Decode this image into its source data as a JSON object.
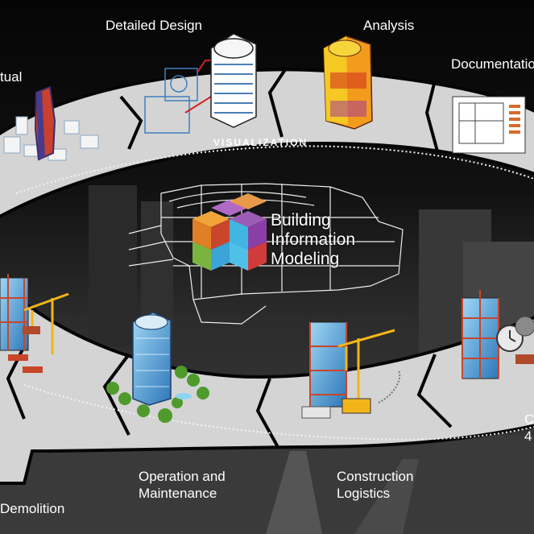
{
  "ring_labels": {
    "conceptual": "tual",
    "detailed_design": "Detailed Design",
    "analysis": "Analysis",
    "documentation": "Documentatio",
    "construction_4d_line1": "C",
    "construction_4d_line2": "4",
    "construction_logistics_line1": "Construction",
    "construction_logistics_line2": "Logistics",
    "operation_line1": "Operation and",
    "operation_line2": "Maintenance",
    "demolition": "Demolition"
  },
  "visualization_label": "VISUALIZATION",
  "center": {
    "line1": "Building",
    "line2": "Information",
    "line3": "Modeling"
  },
  "colors": {
    "background": "#0b0b0b",
    "ring": "#d4d4d4",
    "ring_border": "#050505",
    "text": "#ffffff",
    "logo_orange": "#e8832a",
    "logo_purple": "#9a5bb4",
    "logo_cyan": "#3bb6e0",
    "logo_green": "#7bb33f",
    "logo_red": "#d23b3b",
    "crane_yellow": "#f2b519",
    "analysis_orange": "#f39b1d"
  }
}
